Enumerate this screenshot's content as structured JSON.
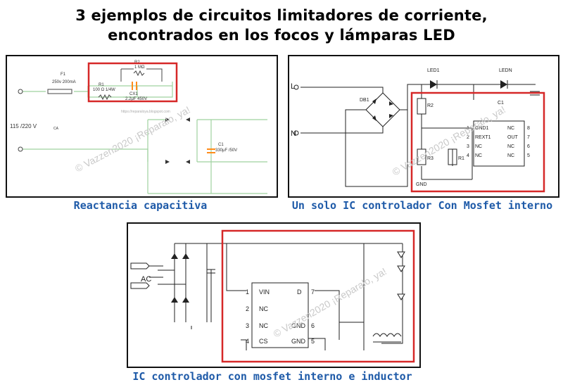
{
  "header": {
    "title_line1": "3 ejemplos de circuitos limitadores de corriente,",
    "title_line2": "encontrados en los focos y lámparas LED"
  },
  "colors": {
    "highlight": "#d62828",
    "caption": "#1e5aa8",
    "wire_green": "#7fbf7f"
  },
  "watermark": {
    "text": "© Vazzen2020 ¡Reparalo, ya!",
    "url": "https://reparaloya.blogspot.com"
  },
  "diagram1": {
    "caption": "Reactancia capacitiva",
    "fuse_ref": "F1",
    "fuse_val": "250v 200mA",
    "r1_ref": "R1",
    "r1_val": "100 Ω 1/4W",
    "r2_ref": "R2",
    "r2_val": "1 MΩ",
    "cx1_ref": "CX1",
    "cx1_val": "2.2μF 450V",
    "source_label": "115 /220 V",
    "source_sub": "CA",
    "c1_ref": "C1",
    "c1_val": "330μF /50V"
  },
  "diagram2": {
    "caption": "Un solo IC controlador Con Mosfet interno",
    "l_label": "L",
    "n_label": "N",
    "db1": "DB1",
    "r2": "R2",
    "r3": "R3",
    "r1": "R1",
    "c1": "C1",
    "led1": "LED1",
    "ledn": "LEDN",
    "gnd": "GND",
    "pins_left": [
      "GND1",
      "REXT1",
      "NC",
      "NC"
    ],
    "pins_right": [
      "NC",
      "OUT",
      "NC",
      "NC"
    ],
    "nums_left": [
      "1",
      "2",
      "3",
      "4"
    ],
    "nums_right": [
      "8",
      "7",
      "6",
      "5"
    ]
  },
  "diagram3": {
    "caption": "IC controlador con mosfet interno e inductor",
    "ac_label": "AC",
    "pins_left": [
      "VIN",
      "NC",
      "NC",
      "CS"
    ],
    "pins_right": [
      "D",
      "",
      "GND",
      "GND"
    ],
    "nums_left": [
      "1",
      "2",
      "3",
      "4"
    ],
    "nums_right": [
      "7",
      "",
      "6",
      "5"
    ]
  }
}
